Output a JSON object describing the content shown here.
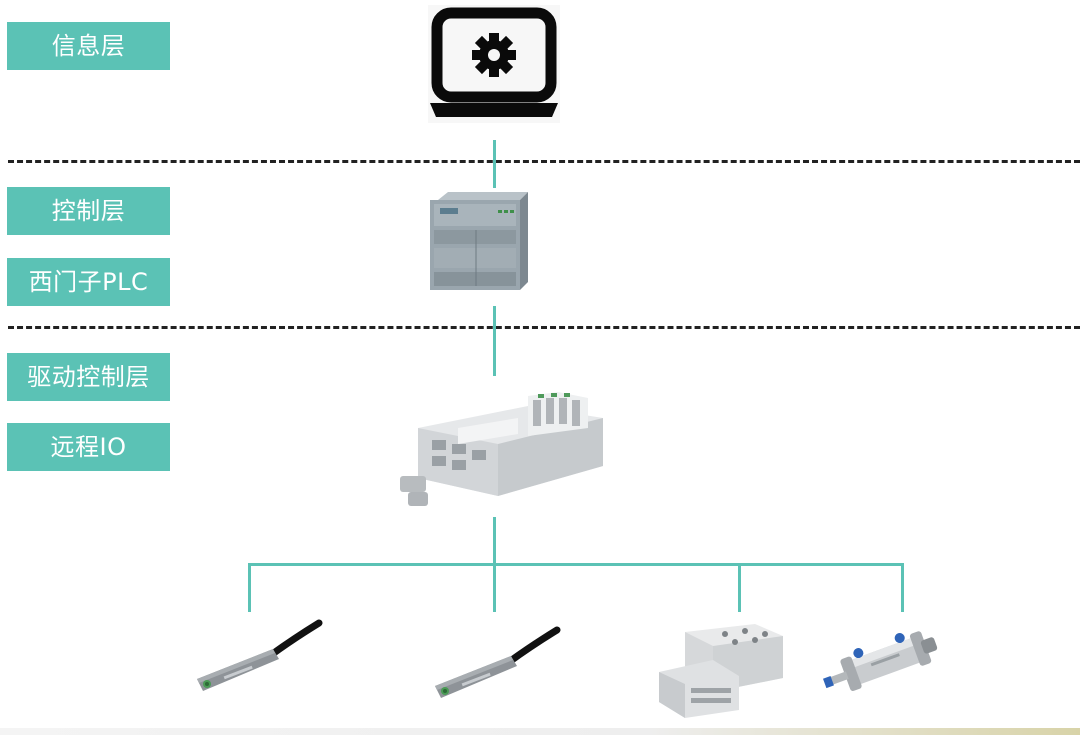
{
  "layers": {
    "info_label": "信息层",
    "control_label": "控制层",
    "plc_label": "西门子PLC",
    "drive_label": "驱动控制层",
    "remote_io_label": "远程IO"
  },
  "devices": {
    "computer": "gear-computer-icon",
    "plc": "plc-module",
    "remote_io": "remote-io-module",
    "sensor_1": "magnetic-sensor",
    "sensor_2": "magnetic-sensor",
    "slide_cylinder": "slide-table-cylinder",
    "round_cylinder": "round-cylinder"
  },
  "colors": {
    "accent": "#5bc2b5",
    "label_text": "#ffffff",
    "divider": "#222222"
  }
}
